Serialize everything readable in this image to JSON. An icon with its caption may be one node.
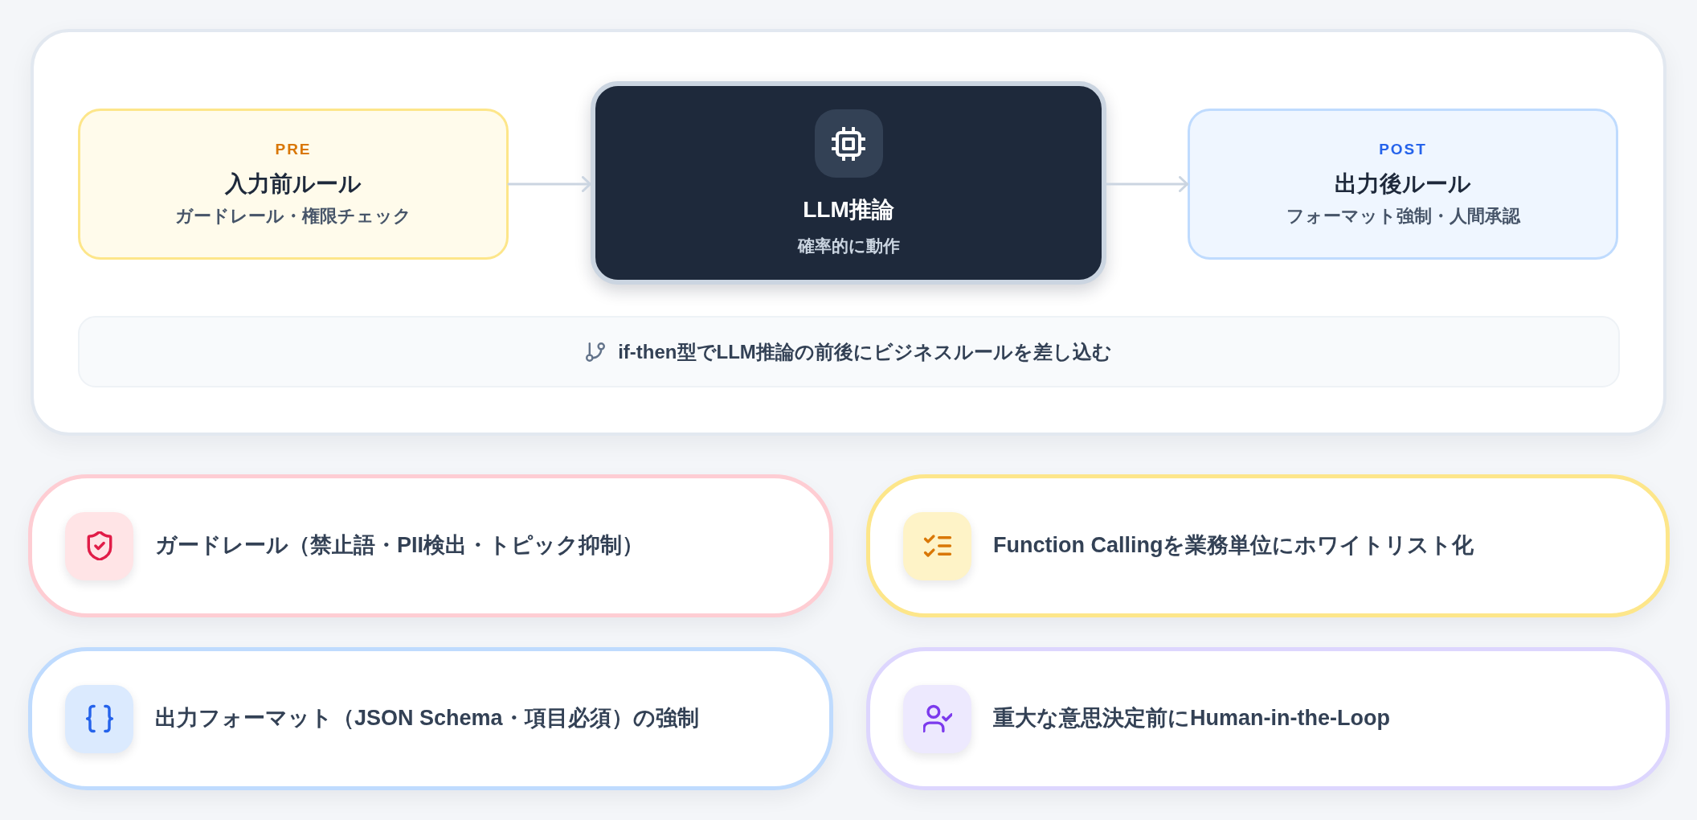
{
  "diagram": {
    "nodes": [
      {
        "text": [],
        "shape": "box"
      },
      {
        "text": [
          "PRE",
          "入力前ルール",
          "ガードレール・権限チェック"
        ],
        "in": 0
      },
      {
        "text": [
          "LLM推論",
          "確率的に動作"
        ],
        "in": 0
      },
      {
        "text": [
          "POST",
          "出力後ルール",
          "フォーマット強制・人間承認"
        ],
        "in": 0
      },
      {
        "text": [
          "if-then型でLLM推論の前後にビジネスルールを差し込む"
        ],
        "in": 0
      },
      {
        "text": [
          "ガードレール（禁止語・PII検出・トピック抑制）"
        ]
      },
      {
        "text": [
          "Function Callingを業務単位にホワイトリスト化"
        ]
      },
      {
        "text": [
          "出力フォーマット（JSON Schema・項目必須）の強制"
        ]
      },
      {
        "text": [
          "重大な意思決定前にHuman-in-the-Loop"
        ]
      }
    ],
    "edges": [
      {
        "from": 1,
        "to": 2,
        "arrow": "to"
      },
      {
        "from": 2,
        "to": 3,
        "arrow": "to"
      }
    ]
  }
}
